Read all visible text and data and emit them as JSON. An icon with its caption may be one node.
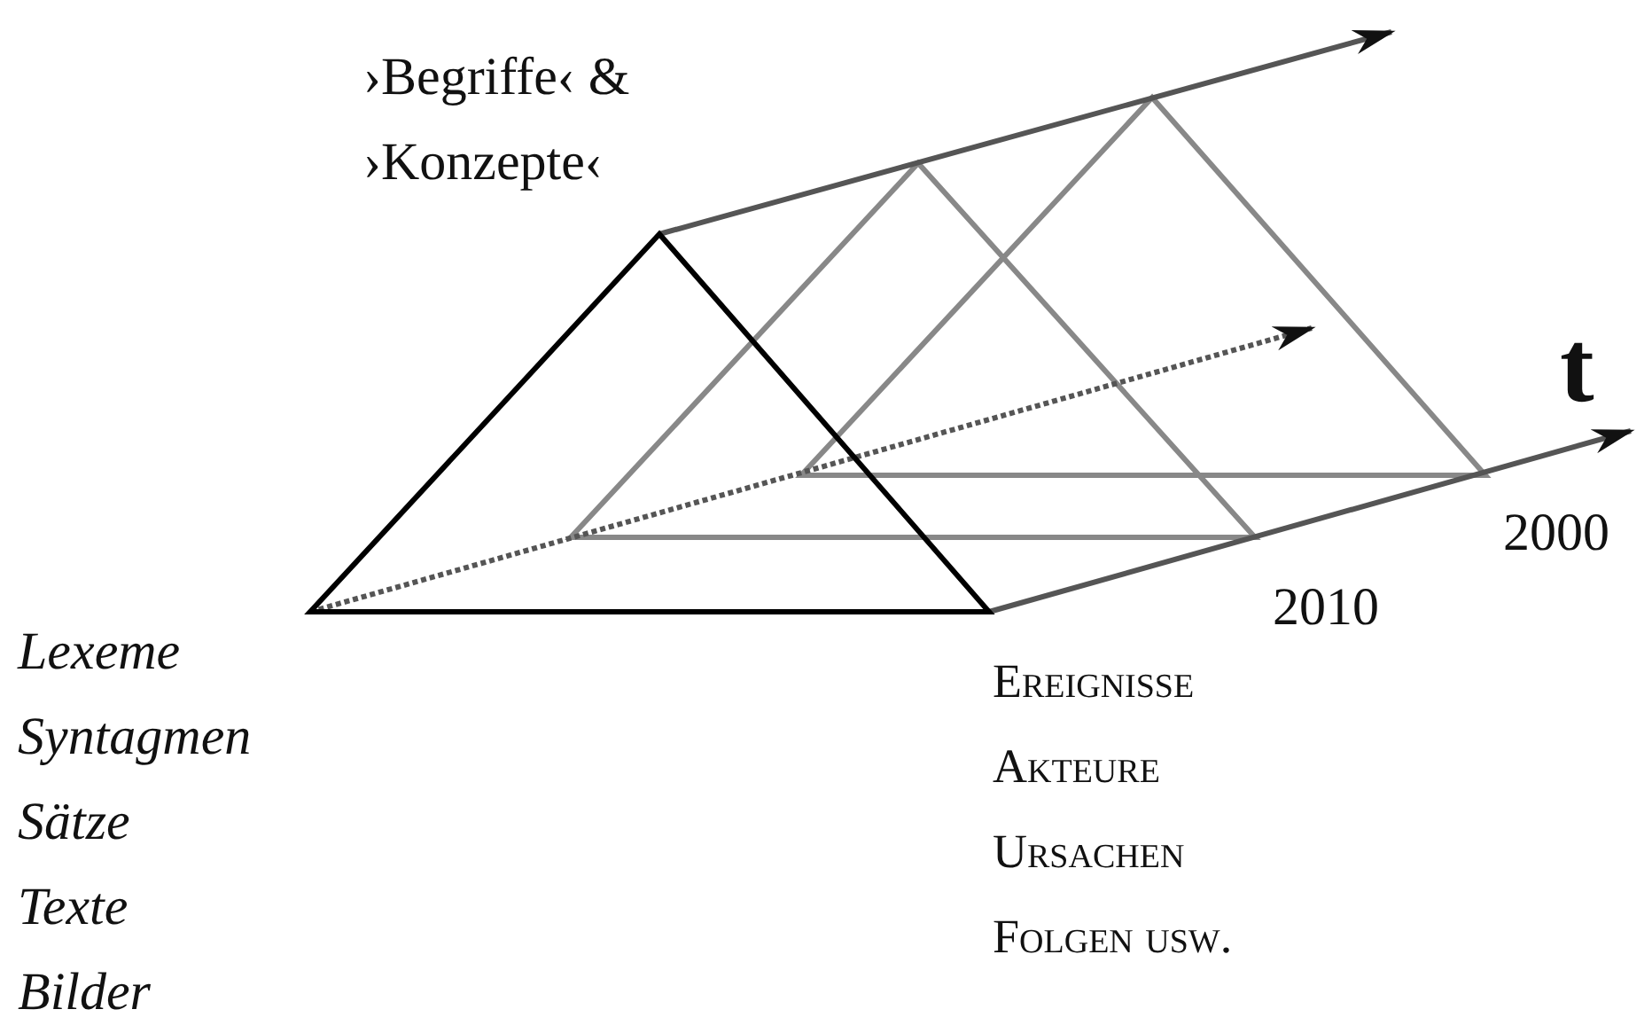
{
  "diagram": {
    "labels": [
      "›Begriffe‹ & ›Konzepte‹",
      "t",
      "2000",
      "2010",
      "Lexeme",
      "Syntagmen",
      "Sätze",
      "Texte",
      "Bilder",
      "Ereignisse",
      "Akteure",
      "Ursachen",
      "Folgen usw."
    ]
  }
}
